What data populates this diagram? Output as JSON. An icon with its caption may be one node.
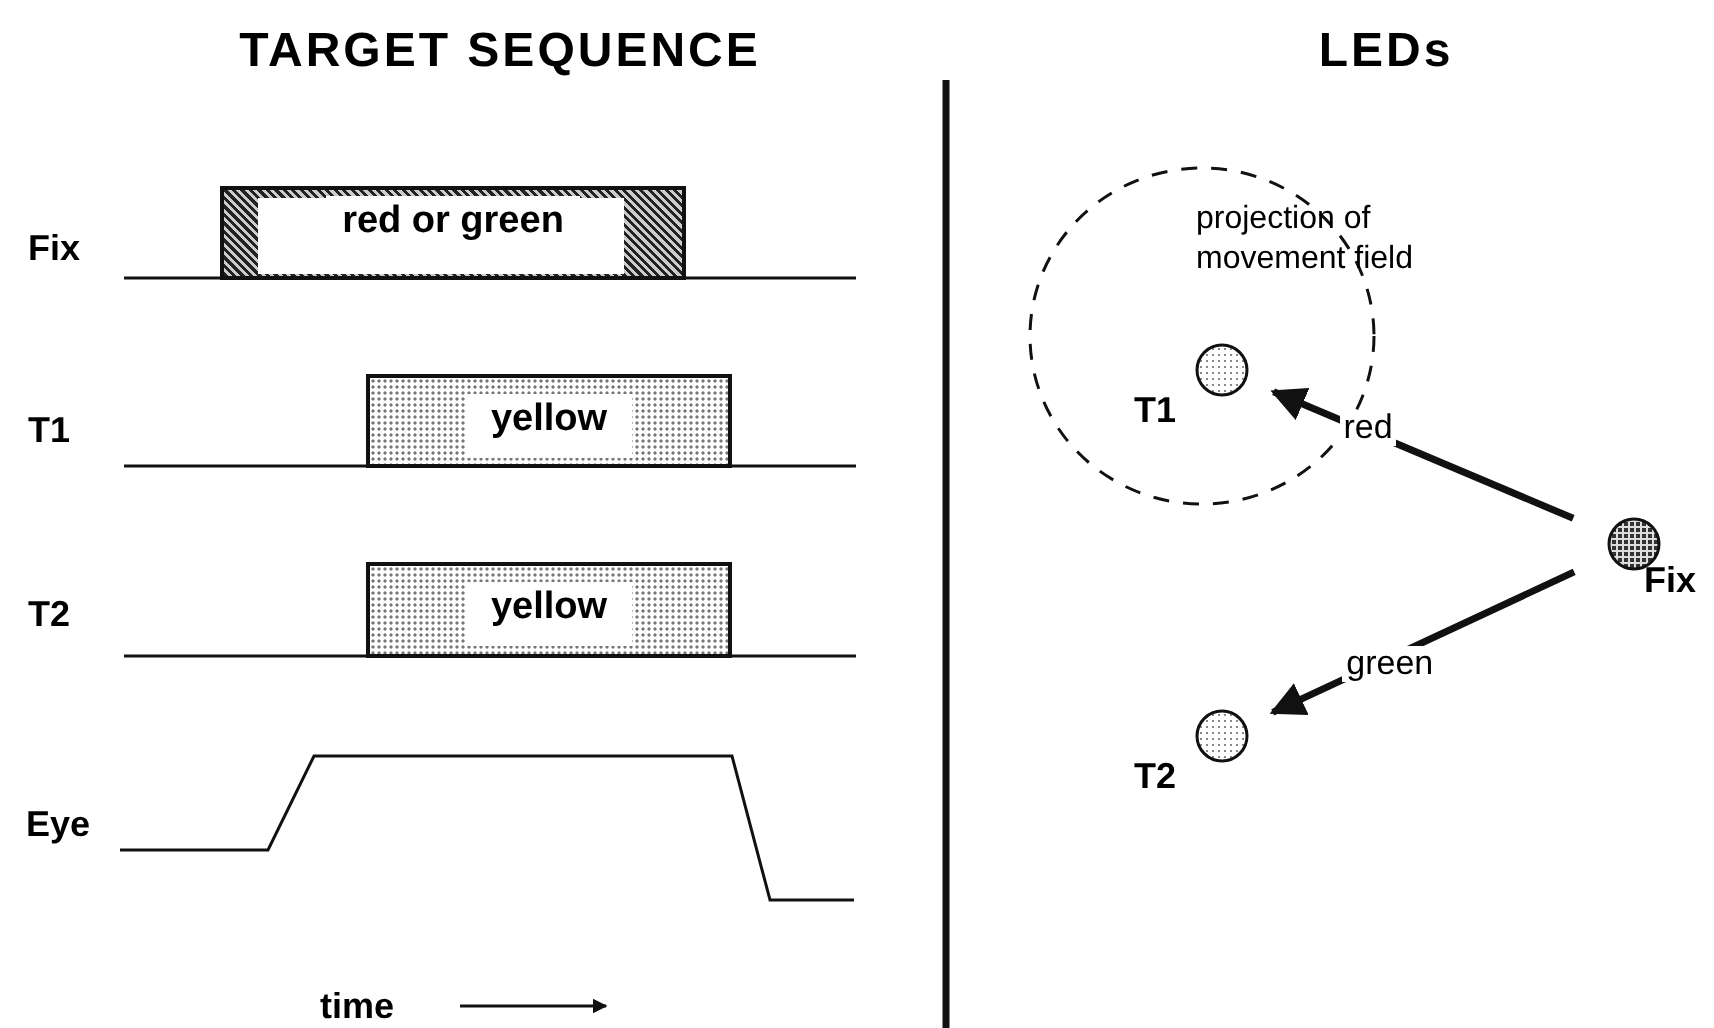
{
  "diagram": {
    "nodes": [
      {
        "text": [
          "red or green"
        ]
      },
      {
        "text": [
          "yellow"
        ]
      },
      {
        "text": [
          "yellow"
        ]
      },
      {
        "text": [
          "projection of movement field"
        ]
      },
      {
        "text": [
          "T1"
        ],
        "in": 3
      },
      {
        "text": [
          "T2"
        ]
      },
      {
        "text": [
          "Fix"
        ]
      }
    ],
    "edges": [
      {
        "from": 6,
        "to": 4,
        "arrow": "to",
        "label": "red"
      },
      {
        "from": 6,
        "to": 5,
        "arrow": "to",
        "label": "green"
      }
    ],
    "labels": [
      "TARGET SEQUENCE",
      "LEDs",
      "Fix",
      "T1",
      "T2",
      "Eye",
      "time"
    ]
  }
}
